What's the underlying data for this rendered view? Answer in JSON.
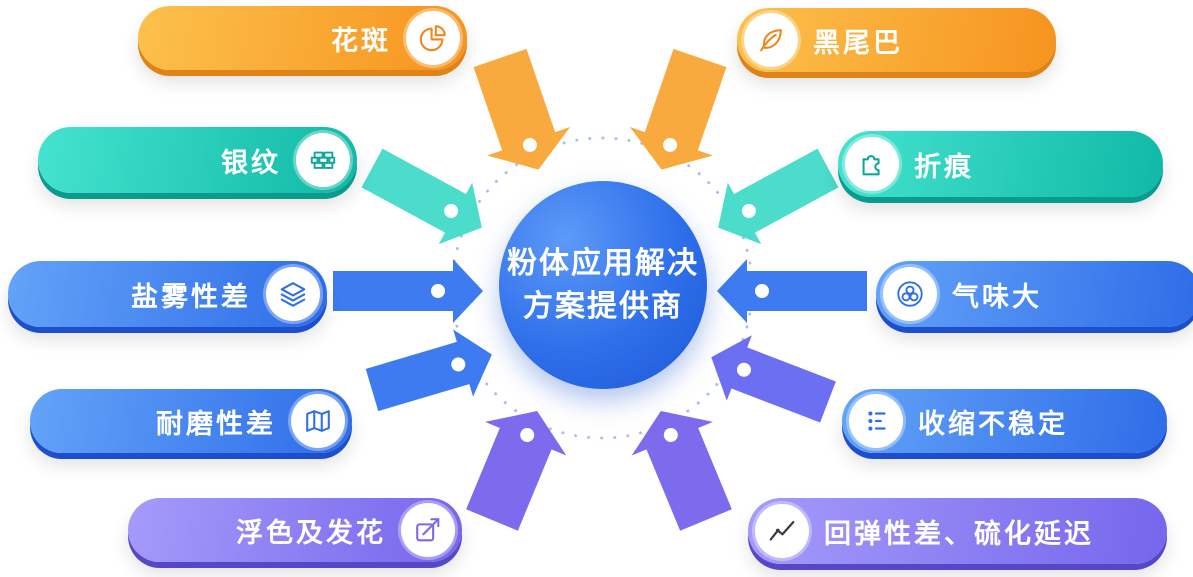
{
  "center": {
    "label_line1": "粉体应用解决",
    "label_line2": "方案提供商",
    "color": "#2E6FEA"
  },
  "nodes": [
    {
      "label": "花斑",
      "icon": "pie-chart-icon",
      "theme": "orange",
      "side": "left"
    },
    {
      "label": "黑尾巴",
      "icon": "leaf-icon",
      "theme": "orange",
      "side": "right"
    },
    {
      "label": "银纹",
      "icon": "bricks-icon",
      "theme": "teal",
      "side": "left"
    },
    {
      "label": "折痕",
      "icon": "puzzle-icon",
      "theme": "teal",
      "side": "right"
    },
    {
      "label": "盐雾性差",
      "icon": "layers-icon",
      "theme": "blue",
      "side": "left"
    },
    {
      "label": "气味大",
      "icon": "bubbles-icon",
      "theme": "blue",
      "side": "right"
    },
    {
      "label": "耐磨性差",
      "icon": "map-icon",
      "theme": "blue",
      "side": "left"
    },
    {
      "label": "收缩不稳定",
      "icon": "branch-dots-icon",
      "theme": "blue",
      "side": "right"
    },
    {
      "label": "浮色及发花",
      "icon": "trend-arrow-icon",
      "theme": "purple",
      "side": "left"
    },
    {
      "label": "回弹性差、硫化延迟",
      "icon": "line-chart-icon",
      "theme": "purple",
      "side": "right"
    }
  ],
  "themes": {
    "orange": {
      "start": "#FCC14C",
      "end": "#F6931E",
      "extrude": "#E08317",
      "arrow": "#F9AA3E"
    },
    "teal": {
      "start": "#44E3CF",
      "end": "#10B9A6",
      "extrude": "#0B9A8E",
      "arrow": "#4BDCCB"
    },
    "blue": {
      "start": "#63A3F8",
      "end": "#2E6CE8",
      "extrude": "#1D4FCC",
      "arrow": "#3E7BF0"
    },
    "purple": {
      "start": "#A59BFA",
      "end": "#7566EC",
      "extrude": "#5746C8",
      "arrow": "#7D6BEE"
    }
  },
  "ring_color": "#A9BFF4"
}
